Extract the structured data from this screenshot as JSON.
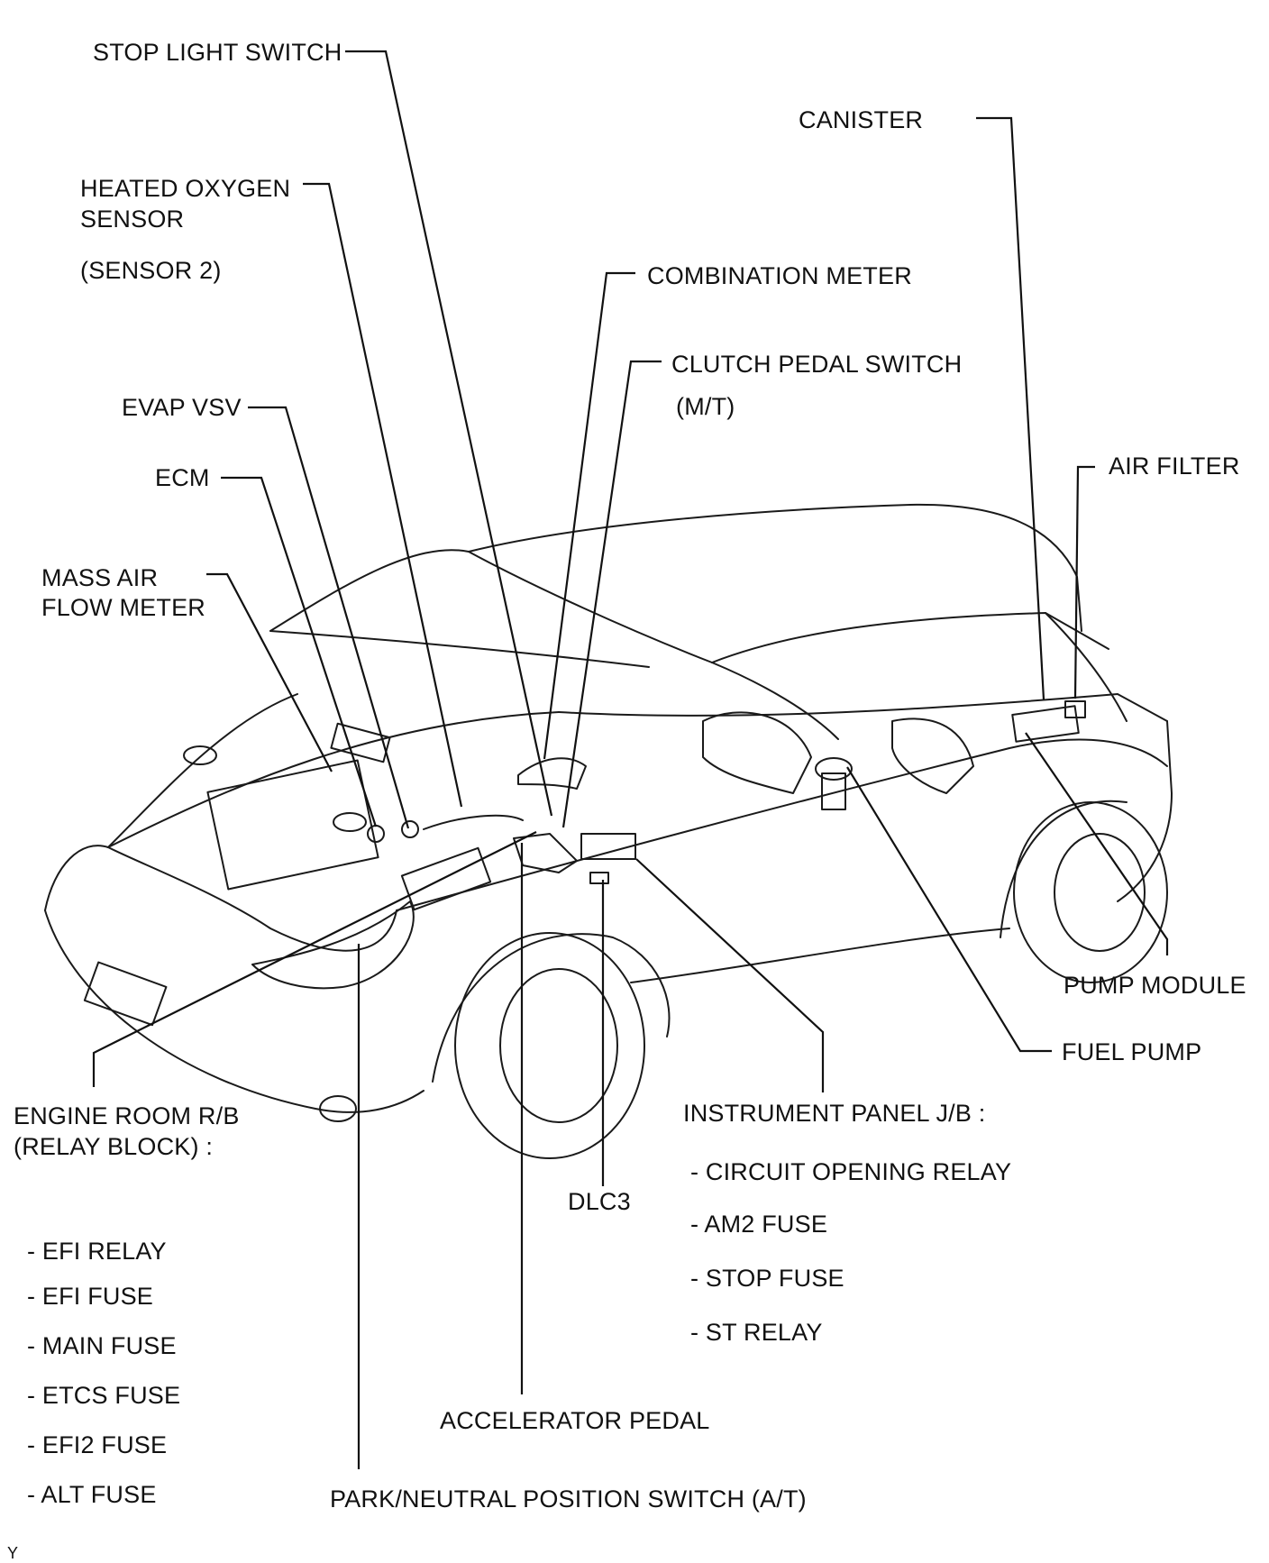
{
  "labels": {
    "stop_light_switch": "STOP LIGHT SWITCH",
    "canister": "CANISTER",
    "heated_oxygen_sensor_1": "HEATED OXYGEN",
    "heated_oxygen_sensor_2": "SENSOR",
    "heated_oxygen_sensor_3": "(SENSOR 2)",
    "combination_meter": "COMBINATION METER",
    "clutch_pedal_switch": "CLUTCH PEDAL SWITCH",
    "clutch_pedal_switch_note": "(M/T)",
    "evap_vsv": "EVAP VSV",
    "air_filter": "AIR FILTER",
    "ecm": "ECM",
    "mass_air_flow_meter_1": "MASS AIR",
    "mass_air_flow_meter_2": "FLOW METER",
    "pump_module": "PUMP MODULE",
    "fuel_pump": "FUEL PUMP",
    "engine_room_rb_1": "ENGINE ROOM R/B",
    "engine_room_rb_2": "(RELAY BLOCK) :",
    "instrument_panel_jb": "INSTRUMENT PANEL J/B :",
    "dlc3": "DLC3",
    "accelerator_pedal": "ACCELERATOR PEDAL",
    "park_neutral_switch": "PARK/NEUTRAL POSITION SWITCH (A/T)",
    "corner_mark": "Y"
  },
  "engine_room_items": [
    "- EFI RELAY",
    "- EFI FUSE",
    "- MAIN FUSE",
    "- ETCS FUSE",
    "- EFI2 FUSE",
    "- ALT FUSE"
  ],
  "instrument_panel_items": [
    "- CIRCUIT OPENING RELAY",
    "- AM2 FUSE",
    "- STOP FUSE",
    "- ST RELAY"
  ]
}
